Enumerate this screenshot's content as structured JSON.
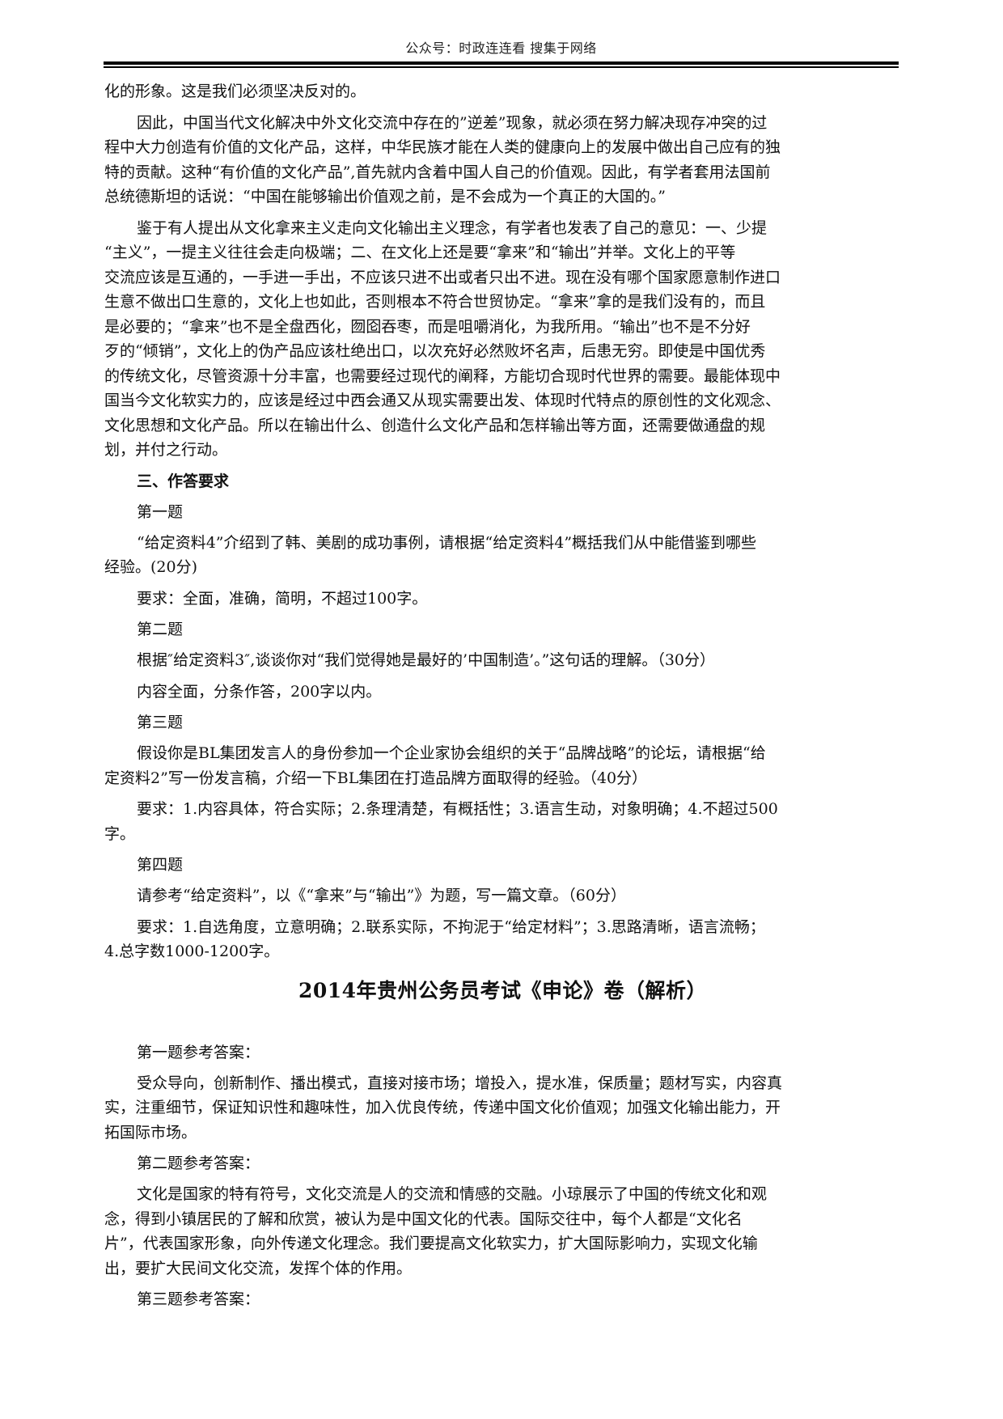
{
  "header": {
    "text": "公众号：时政连连看   搜集于网络"
  },
  "body": {
    "p0": [
      "化的形象。这是我们必须坚决反对的。"
    ],
    "p1": [
      "因此，中国当代文化解决中外文化交流中存在的”逆差”现象，就必须在努力解决现存冲突的过",
      "程中大力创造有价值的文化产品，这样，中华民族才能在人类的健康向上的发展中做出自己应有的独",
      "特的贡献。这种“有价值的文化产品”,首先就内含着中国人自己的价值观。因此，有学者套用法国前",
      "总统德斯坦的话说：“中国在能够输出价值观之前，是不会成为一个真正的大国的。”"
    ],
    "p2": [
      "鉴于有人提出从文化拿来主义走向文化输出主义理念，有学者也发表了自己的意见：一、少提",
      "“主义”，一提主义往往会走向极端；二、在文化上还是要“拿来”和“输出”并举。文化上的平等",
      "交流应该是互通的，一手进一手出，不应该只进不出或者只出不进。现在没有哪个国家愿意制作进口",
      "生意不做出口生意的，文化上也如此，否则根本不符合世贸协定。“拿来”拿的是我们没有的，而且",
      "是必要的；“拿来”也不是全盘西化，囫囵吞枣，而是咀嚼消化，为我所用。“输出”也不是不分好",
      "歹的“倾销”，文化上的伪产品应该杜绝出口，以次充好必然败坏名声，后患无穷。即使是中国优秀",
      "的传统文化，尽管资源十分丰富，也需要经过现代的阐释，方能切合现时代世界的需要。最能体现中",
      "国当今文化软实力的，应该是经过中西会通又从现实需要出发、体现时代特点的原创性的文化观念、",
      "文化思想和文化产品。所以在输出什么、创造什么文化产品和怎样输出等方面，还需要做通盘的规",
      "划，并付之行动。"
    ]
  },
  "requirements": {
    "heading": "三、作答要求",
    "q1": {
      "label": "第一题",
      "prompt": [
        "“给定资料4”介绍到了韩、美剧的成功事例，请根据“给定资料4”概括我们从中能借鉴到哪些",
        "经验。(20分)"
      ],
      "requirement": [
        "要求：全面，准确，简明，不超过100字。"
      ]
    },
    "q2": {
      "label": "第二题",
      "prompt": [
        "根据″给定资料3″,谈谈你对“我们觉得她是最好的’中国制造’。”这句话的理解。（30分）"
      ],
      "requirement": [
        "内容全面，分条作答，200字以内。"
      ]
    },
    "q3": {
      "label": "第三题",
      "prompt": [
        "假设你是BL集团发言人的身份参加一个企业家协会组织的关于“品牌战略”的论坛，请根据“给",
        "定资料2”写一份发言稿，介绍一下BL集团在打造品牌方面取得的经验。（40分）"
      ],
      "requirement": [
        "要求：1.内容具体，符合实际；2.条理清楚，有概括性；3.语言生动，对象明确；4.不超过500",
        "字。"
      ]
    },
    "q4": {
      "label": "第四题",
      "prompt": [
        "请参考“给定资料”，以《“拿来”与“输出”》为题，写一篇文章。（60分）"
      ],
      "requirement": [
        "要求：1.自选角度，立意明确；2.联系实际，不拘泥于“给定材料”；3.思路清晰，语言流畅；",
        "4.总字数1000-1200字。"
      ]
    }
  },
  "analysis": {
    "title": "2014年贵州公务员考试《申论》卷（解析）",
    "a1": {
      "label": "第一题参考答案：",
      "text": [
        "受众导向，创新制作、播出模式，直接对接市场；增投入，提水准，保质量；题材写实，内容真",
        "实，注重细节，保证知识性和趣味性，加入优良传统，传递中国文化价值观；加强文化输出能力，开",
        "拓国际市场。"
      ]
    },
    "a2": {
      "label": "第二题参考答案：",
      "text": [
        "文化是国家的特有符号，文化交流是人的交流和情感的交融。小琼展示了中国的传统文化和观",
        "念，得到小镇居民的了解和欣赏，被认为是中国文化的代表。国际交往中，每个人都是“文化名",
        "片”，代表国家形象，向外传递文化理念。我们要提高文化软实力，扩大国际影响力，实现文化输",
        "出，要扩大民间文化交流，发挥个体的作用。"
      ]
    },
    "a3": {
      "label": "第三题参考答案："
    }
  }
}
